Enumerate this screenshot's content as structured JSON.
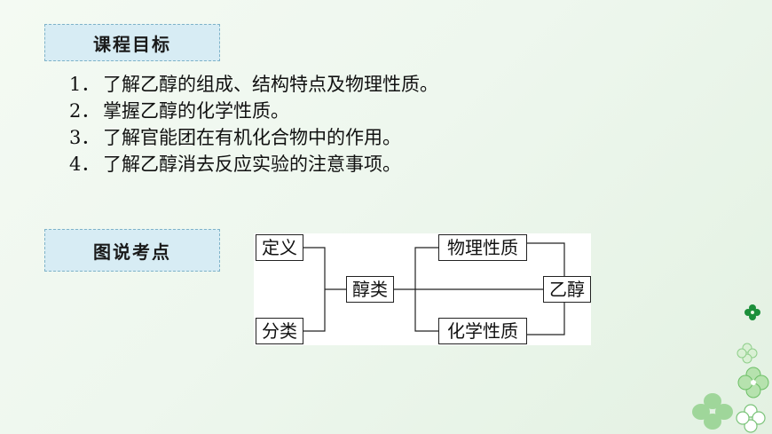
{
  "goals_header": "课程目标",
  "goals": [
    {
      "num": "1．",
      "text": "了解乙醇的组成、结构特点及物理性质。"
    },
    {
      "num": "2．",
      "text": "掌握乙醇的化学性质。"
    },
    {
      "num": "3．",
      "text": "了解官能团在有机化合物中的作用。"
    },
    {
      "num": "4．",
      "text": "了解乙醇消去反应实验的注意事项。"
    }
  ],
  "points_header": "图说考点",
  "diagram": {
    "definition": "定义",
    "classification": "分类",
    "alcohols": "醇类",
    "physical": "物理性质",
    "chemical": "化学性质",
    "ethanol": "乙醇"
  },
  "colors": {
    "header_bg": "#d7ecf4",
    "header_border": "#7fb3c9",
    "background": "#eef7ee",
    "flower": "#7cc47a"
  }
}
